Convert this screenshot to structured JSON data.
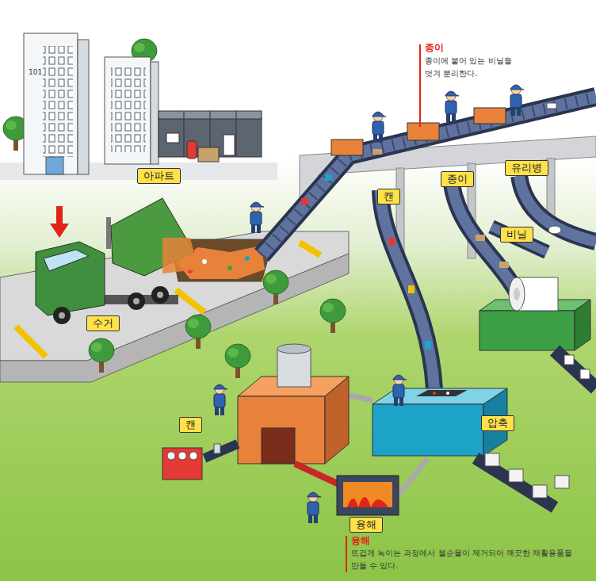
{
  "diagram": {
    "nodes": [
      {
        "text": [
          "아파트"
        ]
      },
      {
        "text": [
          "수거"
        ]
      },
      {
        "text": [
          "캔"
        ]
      },
      {
        "text": [
          "종이"
        ]
      },
      {
        "text": [
          "유리병"
        ]
      },
      {
        "text": [
          "비닐"
        ]
      },
      {
        "text": [
          "캔"
        ]
      },
      {
        "text": [
          "압축"
        ]
      },
      {
        "text": [
          "융해"
        ]
      }
    ],
    "labels": [
      "101",
      "종이",
      "종이에 붙어 있는 비닐을 벗겨 분리한다.",
      "융해",
      "뜨겁게 녹이는 과정에서 불순물이 제거되어 깨끗한 재활용품을 만들 수 있다."
    ]
  }
}
